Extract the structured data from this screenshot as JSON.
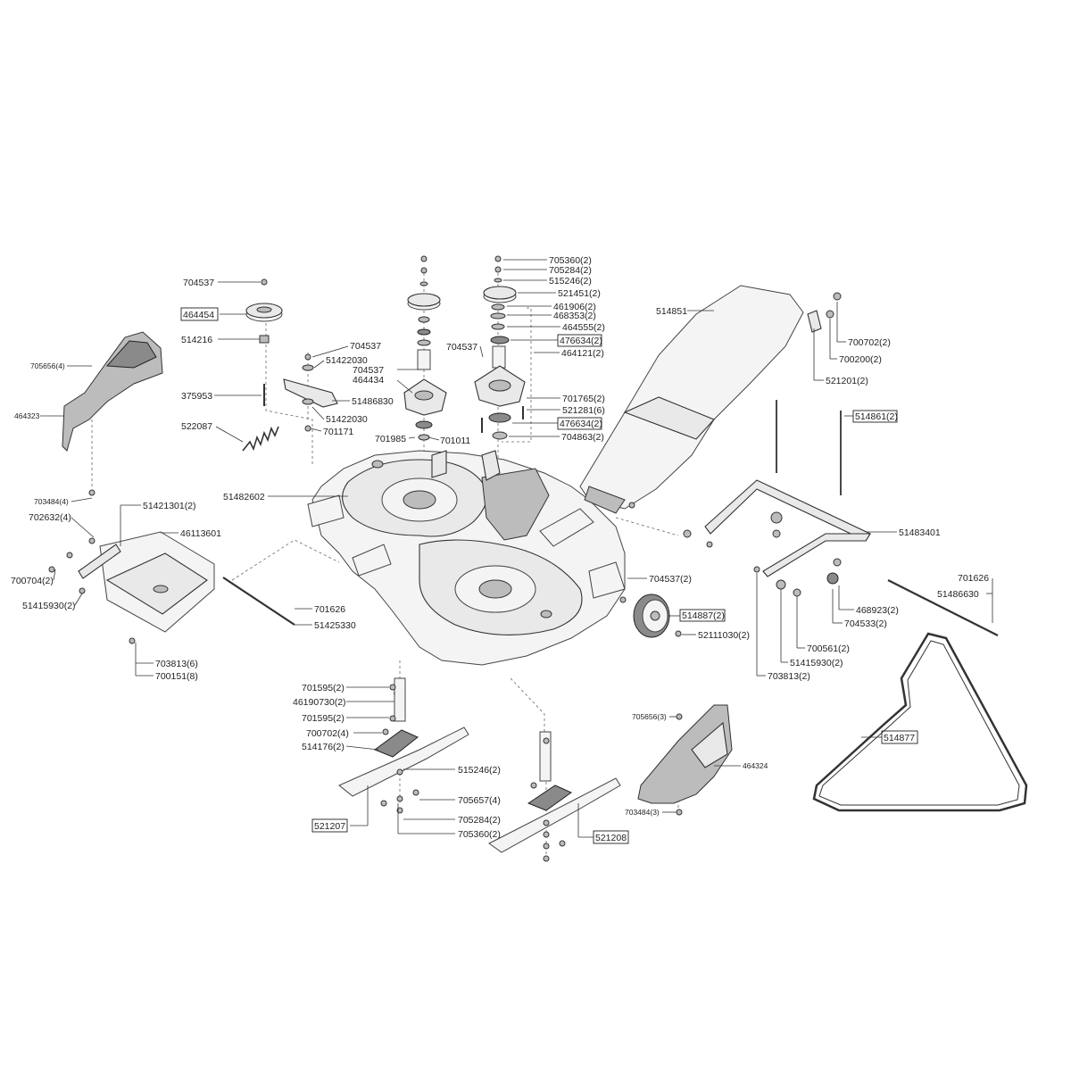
{
  "callouts": [
    {
      "id": "c1",
      "text": "704537"
    },
    {
      "id": "c2",
      "text": "464454",
      "boxed": true
    },
    {
      "id": "c3",
      "text": "514216"
    },
    {
      "id": "c4",
      "text": "705656(4)",
      "small": true
    },
    {
      "id": "c5",
      "text": "464323",
      "small": true
    },
    {
      "id": "c6",
      "text": "704537"
    },
    {
      "id": "c7",
      "text": "51422030"
    },
    {
      "id": "c8",
      "text": "704537"
    },
    {
      "id": "c9",
      "text": "464434"
    },
    {
      "id": "c10",
      "text": "51486830"
    },
    {
      "id": "c11",
      "text": "375953"
    },
    {
      "id": "c12",
      "text": "51422030"
    },
    {
      "id": "c13",
      "text": "522087"
    },
    {
      "id": "c14",
      "text": "701171"
    },
    {
      "id": "c15",
      "text": "701985"
    },
    {
      "id": "c16",
      "text": "701011"
    },
    {
      "id": "c17",
      "text": "51482602"
    },
    {
      "id": "c18",
      "text": "705360(2)"
    },
    {
      "id": "c19",
      "text": "705284(2)"
    },
    {
      "id": "c20",
      "text": "515246(2)"
    },
    {
      "id": "c21",
      "text": "521451(2)"
    },
    {
      "id": "c22",
      "text": "461906(2)"
    },
    {
      "id": "c23",
      "text": "468353(2)"
    },
    {
      "id": "c24",
      "text": "464555(2)"
    },
    {
      "id": "c25",
      "text": "476634(2)",
      "boxed": true
    },
    {
      "id": "c26",
      "text": "464121(2)"
    },
    {
      "id": "c27",
      "text": "704537"
    },
    {
      "id": "c28",
      "text": "701765(2)"
    },
    {
      "id": "c29",
      "text": "521281(6)"
    },
    {
      "id": "c30",
      "text": "476634(2)",
      "boxed": true
    },
    {
      "id": "c31",
      "text": "704863(2)"
    },
    {
      "id": "c32",
      "text": "514851"
    },
    {
      "id": "c33",
      "text": "700702(2)"
    },
    {
      "id": "c34",
      "text": "700200(2)"
    },
    {
      "id": "c35",
      "text": "521201(2)"
    },
    {
      "id": "c36",
      "text": "514861(2)",
      "boxed": true
    },
    {
      "id": "c37",
      "text": "703484(4)",
      "small": true
    },
    {
      "id": "c38",
      "text": "702632(4)"
    },
    {
      "id": "c39",
      "text": "51421301(2)"
    },
    {
      "id": "c40",
      "text": "46113601"
    },
    {
      "id": "c41",
      "text": "700704(2)"
    },
    {
      "id": "c42",
      "text": "51415930(2)"
    },
    {
      "id": "c43",
      "text": "701626"
    },
    {
      "id": "c44",
      "text": "51425330"
    },
    {
      "id": "c45",
      "text": "703813(6)"
    },
    {
      "id": "c46",
      "text": "700151(8)"
    },
    {
      "id": "c47",
      "text": "704537(2)"
    },
    {
      "id": "c48",
      "text": "514887(2)",
      "boxed": true
    },
    {
      "id": "c49",
      "text": "52111030(2)"
    },
    {
      "id": "c50",
      "text": "51483401"
    },
    {
      "id": "c51",
      "text": "468923(2)"
    },
    {
      "id": "c52",
      "text": "704533(2)"
    },
    {
      "id": "c53",
      "text": "700561(2)"
    },
    {
      "id": "c54",
      "text": "51415930(2)"
    },
    {
      "id": "c55",
      "text": "703813(2)"
    },
    {
      "id": "c56",
      "text": "701626"
    },
    {
      "id": "c57",
      "text": "51486630"
    },
    {
      "id": "c58",
      "text": "701595(2)"
    },
    {
      "id": "c59",
      "text": "46190730(2)"
    },
    {
      "id": "c60",
      "text": "701595(2)"
    },
    {
      "id": "c61",
      "text": "700702(4)"
    },
    {
      "id": "c62",
      "text": "514176(2)"
    },
    {
      "id": "c63",
      "text": "515246(2)"
    },
    {
      "id": "c64",
      "text": "705657(4)"
    },
    {
      "id": "c65",
      "text": "705284(2)"
    },
    {
      "id": "c66",
      "text": "705360(2)"
    },
    {
      "id": "c67",
      "text": "521207",
      "boxed": true
    },
    {
      "id": "c68",
      "text": "521208",
      "boxed": true
    },
    {
      "id": "c69",
      "text": "705656(3)",
      "small": true
    },
    {
      "id": "c70",
      "text": "464324",
      "small": true
    },
    {
      "id": "c71",
      "text": "703484(3)",
      "small": true
    },
    {
      "id": "c72",
      "text": "514877",
      "boxed": true
    }
  ]
}
